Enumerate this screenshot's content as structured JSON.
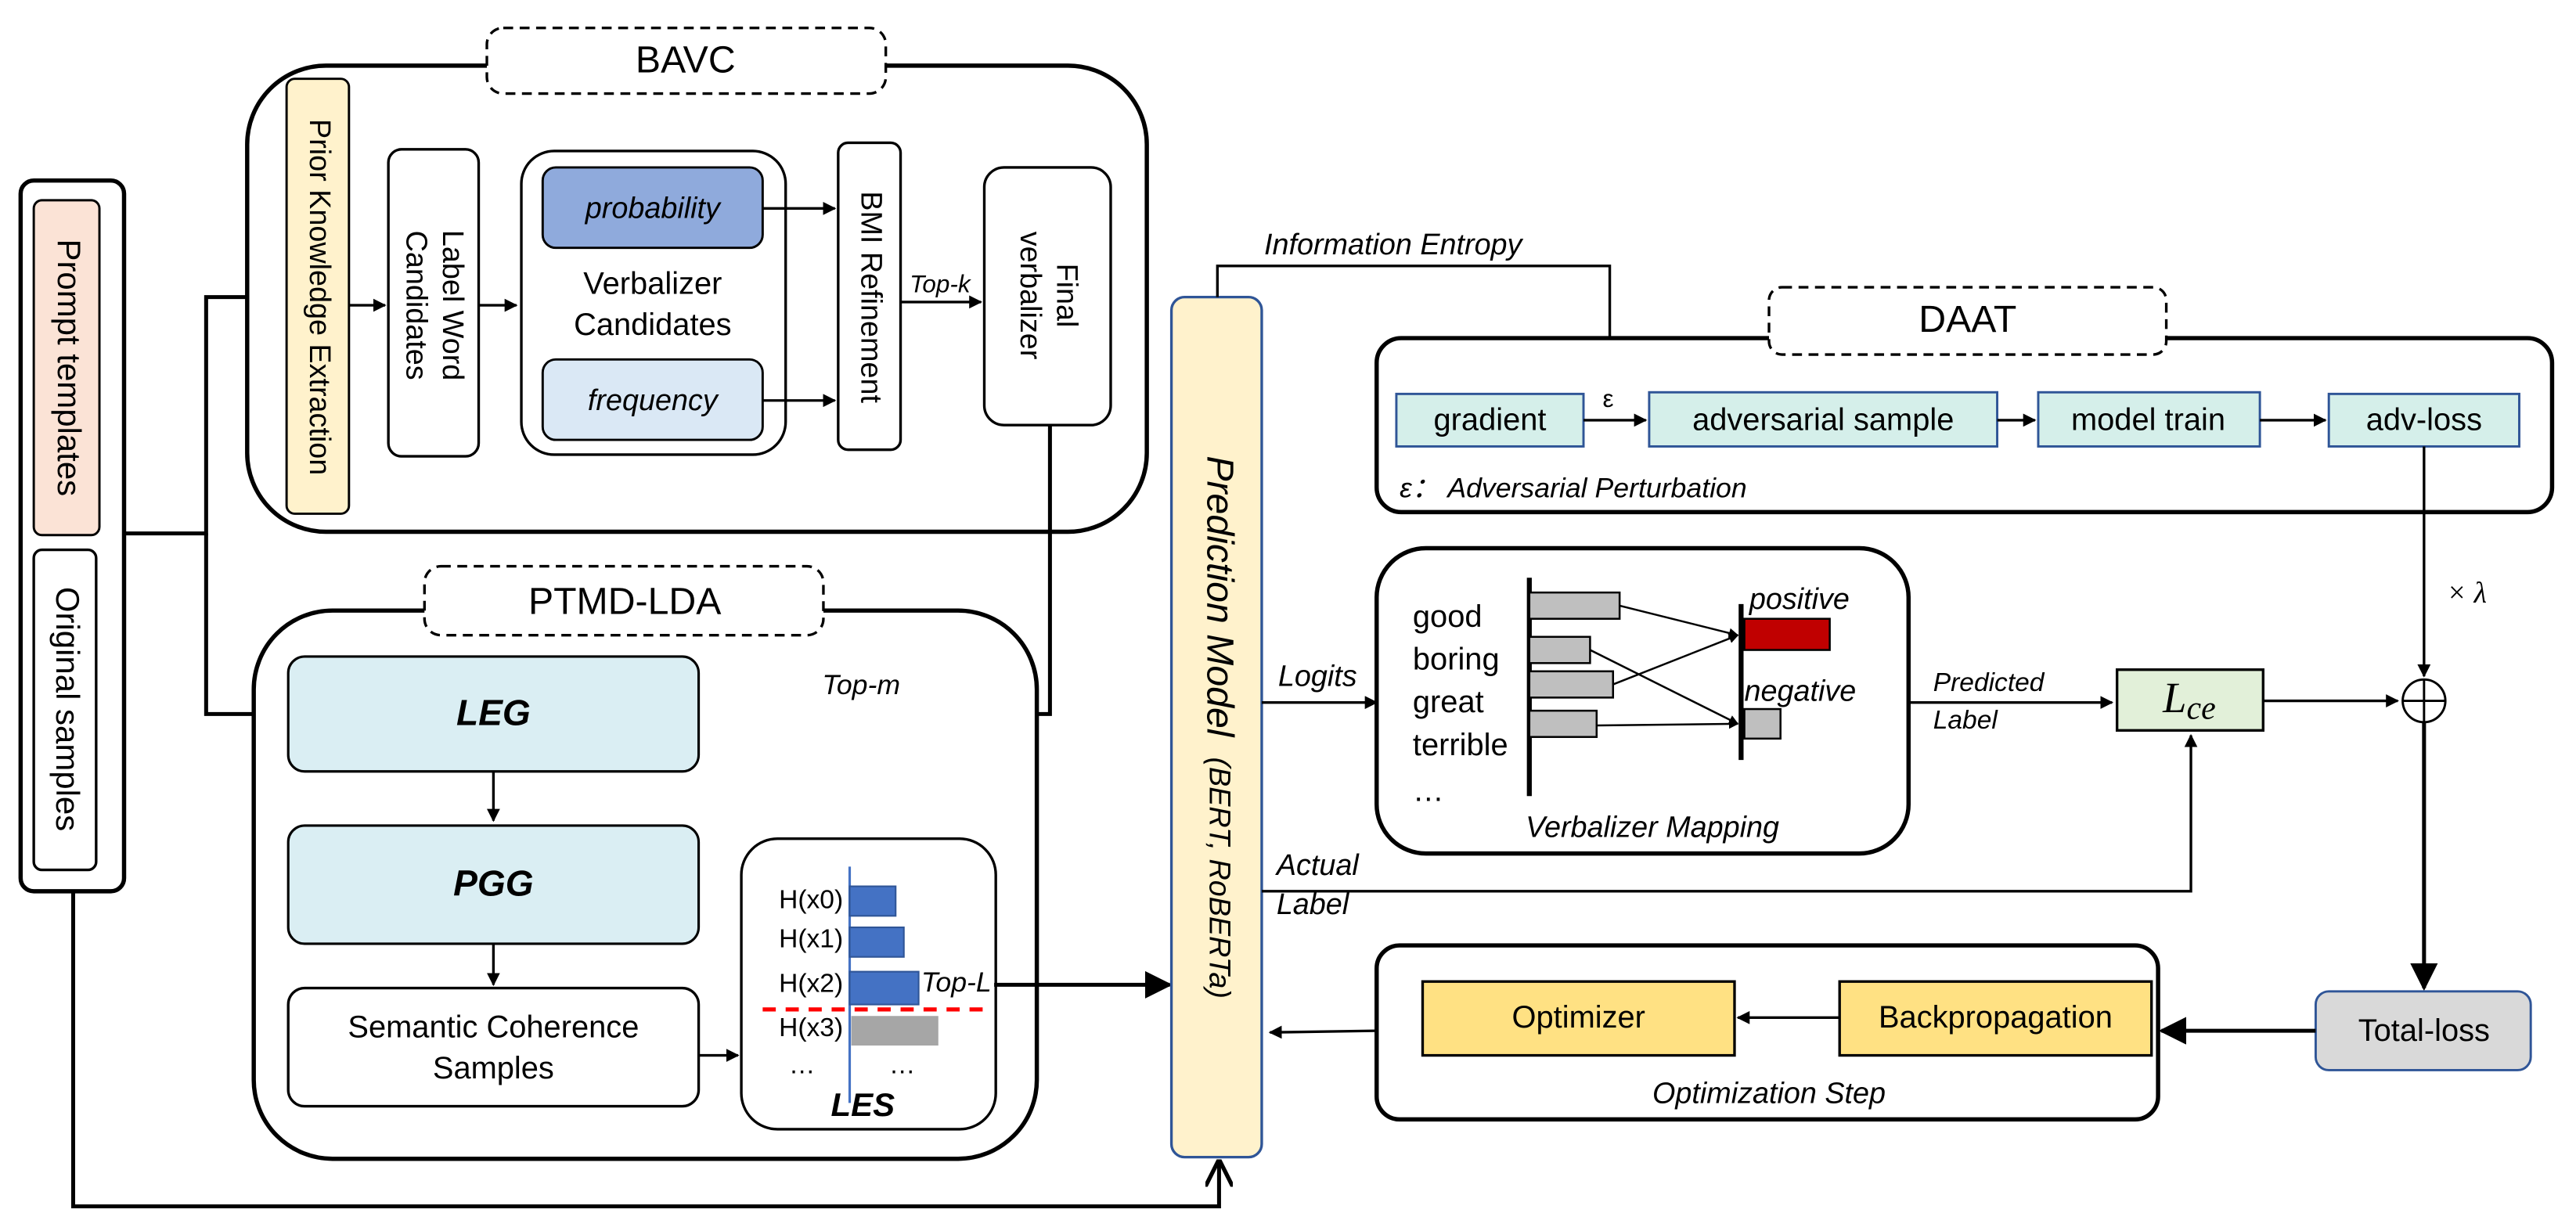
{
  "input_panel": {
    "prompt_templates": "Prompt templates",
    "original_samples": "Original samples"
  },
  "bavc": {
    "title": "BAVC",
    "prior_knowledge": "Prior Knowledge Extraction",
    "label_word_line1": "Label Word",
    "label_word_line2": "Candidates",
    "probability": "probability",
    "frequency": "frequency",
    "verbalizer_line1": "Verbalizer",
    "verbalizer_line2": "Candidates",
    "bmi": "BMI Refinement",
    "top_k": "Top-k",
    "final_line1": "Final",
    "final_line2": "verbalizer"
  },
  "ptmd": {
    "title": "PTMD-LDA",
    "leg": "LEG",
    "pgg": "PGG",
    "semantic_line1": "Semantic Coherence",
    "semantic_line2": "Samples",
    "top_m": "Top-m",
    "les": {
      "title": "LES",
      "rows": [
        "H(x0)",
        "H(x1)",
        "H(x2)",
        "H(x3)"
      ],
      "ellipsis": "…",
      "top_l": "Top-L"
    }
  },
  "prediction_model": {
    "title": "Prediction Model",
    "subtitle": "(BERT,  RoBERTa)"
  },
  "info_entropy": "Information Entropy",
  "daat": {
    "title": "DAAT",
    "epsilon": "ε",
    "steps": [
      "gradient",
      "adversarial sample",
      "model train",
      "adv-loss"
    ],
    "note": "ε：  Adversarial Perturbation"
  },
  "logits": "Logits",
  "verbalizer_mapping": {
    "title": "Verbalizer Mapping",
    "words": [
      "good",
      "boring",
      "great",
      "terrible",
      "…"
    ],
    "labels": [
      "positive",
      "negative"
    ]
  },
  "predicted_label_line1": "Predicted",
  "predicted_label_line2": "Label",
  "actual_label_line1": "Actual",
  "actual_label_line2": "Label",
  "lce_main": "L",
  "lce_sub": "ce",
  "lambda": "× λ",
  "optimization": {
    "title": "Optimization Step",
    "optimizer": "Optimizer",
    "backprop": "Backpropagation"
  },
  "total_loss": "Total-loss",
  "colors": {
    "prompt_fill": "#fbe3d6",
    "prior_fill": "#fff2cc",
    "prob_fill": "#8faadc",
    "freq_fill": "#dae8f5",
    "leg_fill": "#daeef3",
    "pred_fill": "#fff2cc",
    "pred_stroke": "#2f5597",
    "daat_fill": "#d5efea",
    "daat_stroke": "#2f5597",
    "lce_fill": "#e2f0d9",
    "opt_fill": "#ffe183",
    "total_fill": "#d9d9d9",
    "les_bar": "#4472c4",
    "les_gray": "#a6a6a6",
    "pos_red": "#c00000",
    "gray_bar": "#bfbfbf",
    "cut_red": "#ff0000"
  }
}
